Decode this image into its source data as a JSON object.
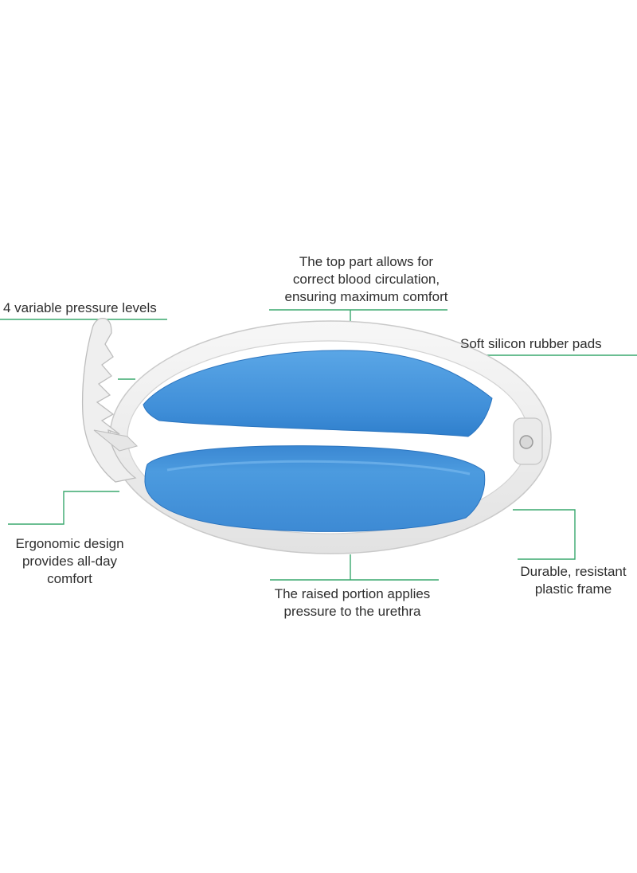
{
  "callouts": {
    "pressure_levels": [
      "4 variable pressure levels"
    ],
    "top_part": [
      "The top part allows for",
      "correct blood circulation,",
      "ensuring maximum comfort"
    ],
    "rubber_pads": [
      "Soft silicon rubber pads"
    ],
    "ergonomic": [
      "Ergonomic design",
      "provides all-day",
      "comfort"
    ],
    "raised_portion": [
      "The raised portion applies",
      "pressure to the urethra"
    ],
    "plastic_frame": [
      "Durable, resistant",
      "plastic frame"
    ]
  },
  "colors": {
    "leader_line": "#3aa86e",
    "frame": "#eeeeee",
    "frame_edge": "#c9c9c9",
    "pad": "#4a98dc",
    "pad_dark": "#2f7fcc",
    "label_text": "#2e2e2e"
  }
}
